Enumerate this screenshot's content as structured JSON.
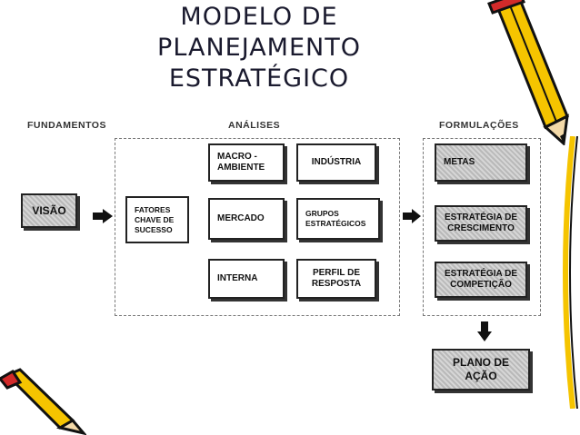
{
  "title": {
    "lines": [
      "MODELO DE",
      "PLANEJAMENTO",
      "ESTRATÉGICO"
    ]
  },
  "headings": {
    "fundamentos": "FUNDAMENTOS",
    "analises": "ANÁLISES",
    "formulacoes": "FORMULAÇÕES"
  },
  "boxes": {
    "visao": "VISÃO",
    "fatores": [
      "FATORES",
      "CHAVE DE",
      "SUCESSO"
    ],
    "macro": [
      "MACRO -",
      "AMBIENTE"
    ],
    "industria": "INDÚSTRIA",
    "mercado": "MERCADO",
    "grupos": [
      "GRUPOS",
      "ESTRATÉGICOS"
    ],
    "interna": "INTERNA",
    "perfil": [
      "PERFIL DE",
      "RESPOSTA"
    ],
    "metas": "METAS",
    "crescimento": [
      "ESTRATÉGIA DE",
      "CRESCIMENTO"
    ],
    "competicao": [
      "ESTRATÉGIA DE",
      "COMPETIÇÃO"
    ],
    "plano": [
      "PLANO DE",
      "AÇÃO"
    ]
  },
  "colors": {
    "pencil_body": "#f5c400",
    "pencil_outline": "#111111",
    "pencil_tip": "#d22a2a",
    "shade": "#c4c4c4"
  },
  "icons": [
    "pencil-icon",
    "arrow-right-icon",
    "arrow-down-icon"
  ]
}
